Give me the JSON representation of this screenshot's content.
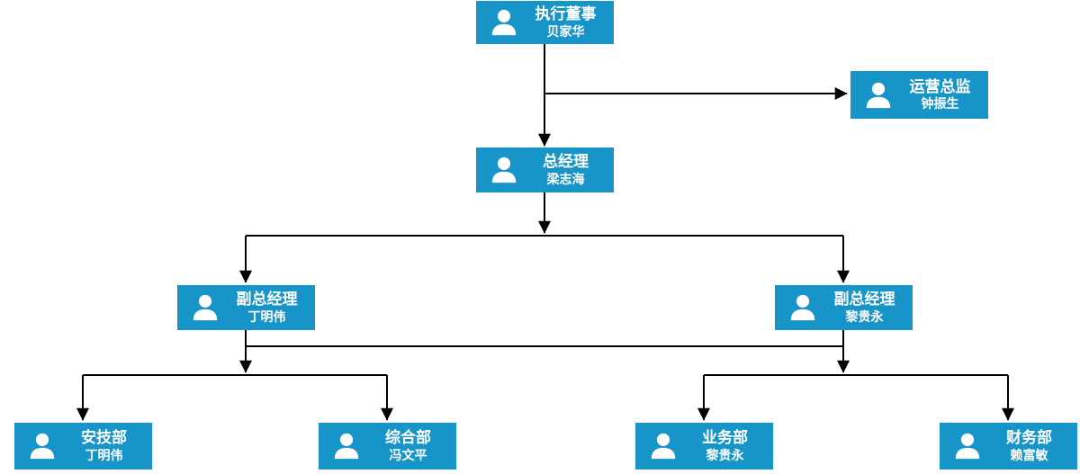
{
  "app": {
    "background_color": "#ffffff"
  },
  "diagram": {
    "type": "organization-chart",
    "node_fill_color": "#1795c8",
    "node_text_color": "#ffffff",
    "connector_color": "#000000",
    "nodes": [
      {
        "id": "executive-director",
        "title": "执行董事",
        "name": "贝家华",
        "icon": "person-icon"
      },
      {
        "id": "operations-director",
        "title": "运营总监",
        "name": "钟振生",
        "icon": "person-icon"
      },
      {
        "id": "general-manager",
        "title": "总经理",
        "name": "梁志海",
        "icon": "person-icon"
      },
      {
        "id": "deputy-general-manager-left",
        "title": "副总经理",
        "name": "丁明伟",
        "icon": "person-icon"
      },
      {
        "id": "deputy-general-manager-right",
        "title": "副总经理",
        "name": "黎贵永",
        "icon": "person-icon"
      },
      {
        "id": "dept-safety-tech",
        "title": "安技部",
        "name": "丁明伟",
        "icon": "person-icon"
      },
      {
        "id": "dept-general-affairs",
        "title": "综合部",
        "name": "冯文平",
        "icon": "person-icon"
      },
      {
        "id": "dept-business",
        "title": "业务部",
        "name": "黎贵永",
        "icon": "person-icon"
      },
      {
        "id": "dept-finance",
        "title": "财务部",
        "name": "赖富敏",
        "icon": "person-icon"
      }
    ],
    "edges": [
      {
        "from": "executive-director",
        "to": "operations-director",
        "arrow": true
      },
      {
        "from": "executive-director",
        "to": "general-manager",
        "arrow": true
      },
      {
        "from": "general-manager",
        "to": "deputy-general-manager-left",
        "arrow": true
      },
      {
        "from": "general-manager",
        "to": "deputy-general-manager-right",
        "arrow": true
      },
      {
        "from": "deputy-general-manager-left",
        "to": "deputy-general-manager-right",
        "arrow": false
      },
      {
        "from": "deputy-general-manager-left",
        "to": "dept-safety-tech",
        "arrow": true
      },
      {
        "from": "deputy-general-manager-left",
        "to": "dept-general-affairs",
        "arrow": true
      },
      {
        "from": "deputy-general-manager-right",
        "to": "dept-business",
        "arrow": true
      },
      {
        "from": "deputy-general-manager-right",
        "to": "dept-finance",
        "arrow": true
      }
    ]
  }
}
